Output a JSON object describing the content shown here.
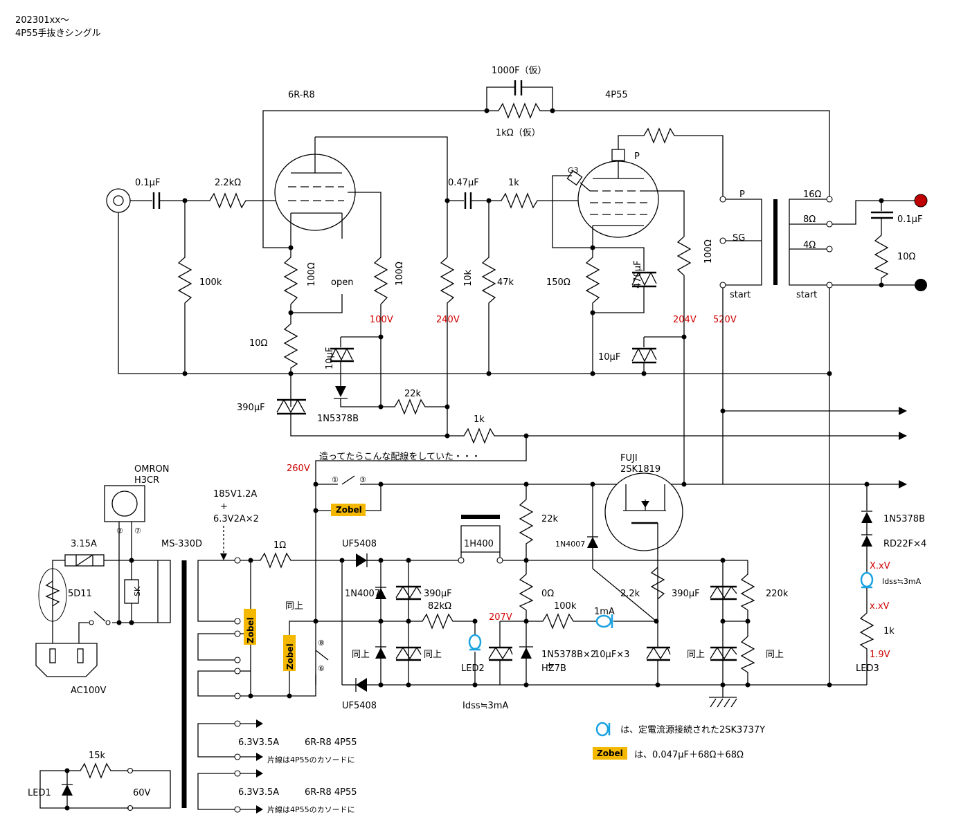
{
  "header": {
    "date": "202301xx～",
    "title": "4P55手抜きシングル"
  },
  "tubes": {
    "driver": "6R-R8",
    "power": "4P55",
    "g3": "G3",
    "plate": "P"
  },
  "feedback": {
    "cap": "1000F（仮）",
    "res": "1kΩ（仮）"
  },
  "input": {
    "cap": "0.1μF",
    "res_series": "2.2kΩ",
    "res_grid": "100k"
  },
  "driver_stage": {
    "r_cath": "100Ω",
    "r_cath2": "10Ω",
    "open": "open",
    "r_plate_stop": "100Ω",
    "r_load": "10k",
    "c_bypass": "10μF",
    "zener": "1N5378B",
    "r_22k": "22k",
    "c_390": "390μF",
    "r_1k": "1k"
  },
  "power_stage": {
    "c_coupling": "0.47μF",
    "r_grid_stop": "1k",
    "r_grid": "47k",
    "r_cath": "150Ω",
    "c_cath": "470μF",
    "r_sg": "100Ω",
    "c_sg": "10μF"
  },
  "voltages": {
    "v100": "100V",
    "v240": "240V",
    "v204": "204V",
    "v520": "520V",
    "v260": "260V",
    "v207": "207V",
    "v19": "1.9V",
    "vxx1": "X.xV",
    "vxx2": "x.xV"
  },
  "output_transformer": {
    "p": "P",
    "sg": "SG",
    "start1": "start",
    "tap16": "16Ω",
    "tap8": "8Ω",
    "tap4": "4Ω",
    "start2": "start",
    "cap": "0.1μF",
    "res": "10Ω"
  },
  "notes": {
    "wiring": "造ってたらこんな配線をしていた・・・",
    "legend1": "は、定電流源接続された2SK3737Y",
    "legend2": "は、0.047μF＋68Ω＋68Ω"
  },
  "power_supply": {
    "timer": "OMRON",
    "timer_model": "H3CR",
    "pin2": "②",
    "pin7": "⑦",
    "fuse": "3.15A",
    "thermistor": "5D11",
    "sk": "SK",
    "ac": "AC100V",
    "transformer": "MS-330D",
    "sec1": "185V1.2A",
    "sec_plus": "+",
    "sec2": "6.3V2A×2",
    "r_1ohm": "1Ω",
    "diode1": "UF5408",
    "diode2": "UF5408",
    "diode_1n4007": "1N4007",
    "same": "同上",
    "c390": "390μF",
    "r82k": "82kΩ",
    "choke": "1H400",
    "r22k": "22k",
    "r0": "0Ω",
    "r100k": "100k",
    "i1ma": "1mA",
    "zener2": "1N5378B×2",
    "plus": "+",
    "hz7b": "HZ7B",
    "c10x3": "10μF×3",
    "led2": "LED2",
    "idss": "Idss≒3mA",
    "fuji": "FUJI",
    "fet": "2SK1819",
    "d_1n4007": "1N4007",
    "r2_2k": "2.2k",
    "c390b": "390μF",
    "r220k": "220k",
    "zener3": "1N5378B",
    "rd22": "RD22F×4",
    "idss2": "Idss≒3mA",
    "r1k": "1k",
    "led3": "LED3",
    "sw1": "①",
    "sw3": "③",
    "sw8": "⑧",
    "sw6": "⑥",
    "zobel": "Zobel",
    "heater1_v": "6.3V3.5A",
    "heater1_tubes": "6R-R8 4P55",
    "heater1_note": "片線は4P55のカソードに",
    "heater2_v": "6.3V3.5A",
    "heater2_tubes": "6R-R8 4P55",
    "heater2_note": "片線は4P55のカソードに",
    "led1_r": "15k",
    "led1": "LED1",
    "v60": "60V"
  },
  "colors": {
    "voltage": "#d00000",
    "zobel": "#f5b800",
    "ccs": "#1aa3e0",
    "term_red": "#c00000"
  }
}
